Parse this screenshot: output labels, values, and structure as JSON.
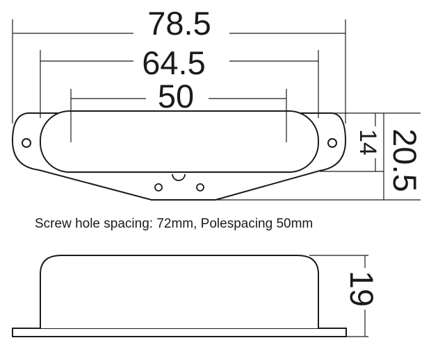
{
  "dimensions": {
    "overall_length": "78.5",
    "body_length": "64.5",
    "pole_spacing": "50",
    "body_width": "14",
    "overall_width": "20.5",
    "height": "19"
  },
  "caption": "Screw hole spacing: 72mm, Polespacing 50mm",
  "colors": {
    "line": "#1a1a1a",
    "background": "#ffffff"
  }
}
